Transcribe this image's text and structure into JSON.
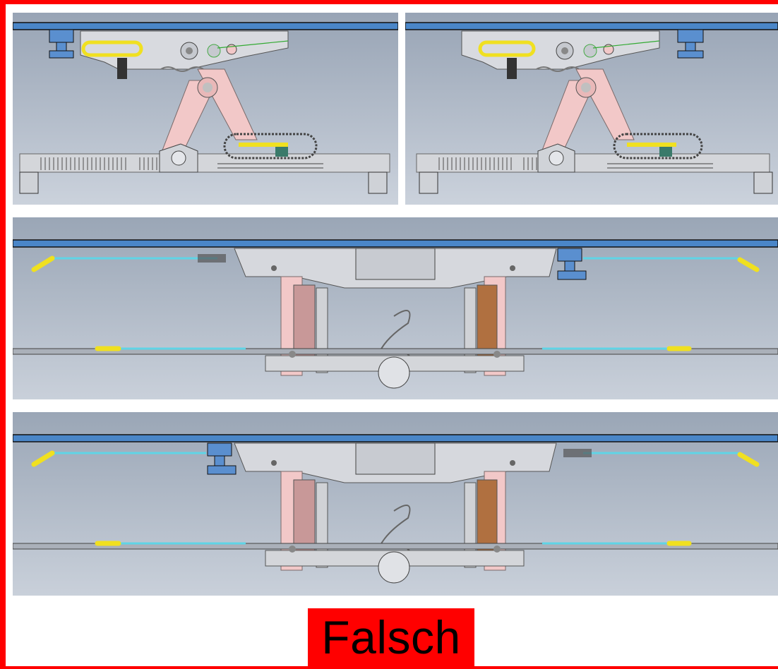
{
  "verdict": {
    "label": "Falsch"
  },
  "colors": {
    "frame": "#ff0000",
    "label_bg": "#ff0000",
    "panel_bg_top": "#9aa6b6",
    "panel_bg_bottom": "#c9d0da",
    "rail": "#4a86c8",
    "cable": "#5fd4e6",
    "handle": "#f0e020",
    "scissor_arm": "#f2c8c8",
    "roller": "#b07040",
    "mechanism": "#d4d6da"
  },
  "panels": [
    {
      "id": "side-view-left",
      "kind": "side-view",
      "stop_block_side": "left"
    },
    {
      "id": "side-view-right",
      "kind": "side-view",
      "stop_block_side": "right"
    },
    {
      "id": "front-view-upper",
      "kind": "front-view",
      "stop_block_side": "right"
    },
    {
      "id": "front-view-lower",
      "kind": "front-view",
      "stop_block_side": "left"
    }
  ]
}
